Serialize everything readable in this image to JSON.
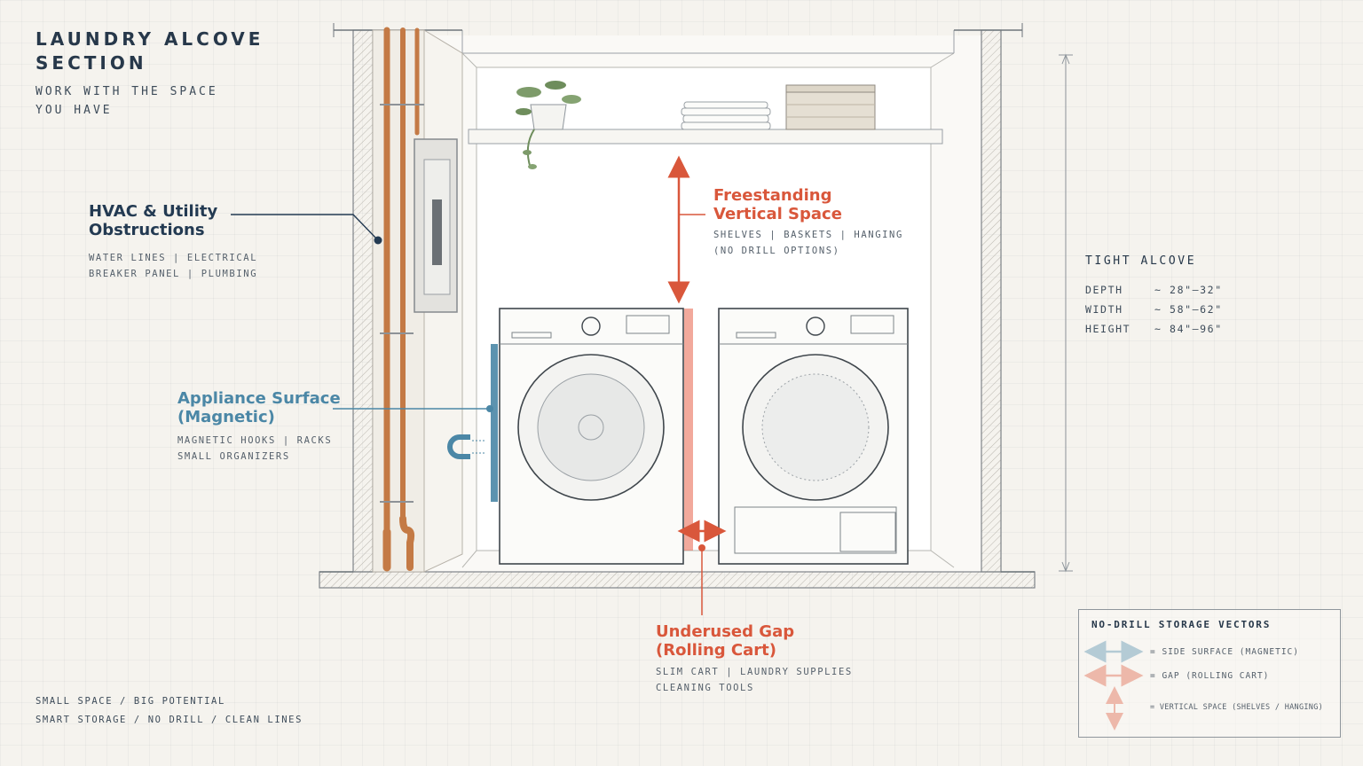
{
  "header": {
    "title_line1": "LAUNDRY ALCOVE",
    "title_line2": "SECTION",
    "subtitle_line1": "WORK WITH THE SPACE",
    "subtitle_line2": "YOU HAVE"
  },
  "callouts": {
    "hvac": {
      "title_line1": "HVAC & Utility",
      "title_line2": "Obstructions",
      "detail_line1": "WATER LINES  |  ELECTRICAL",
      "detail_line2": "BREAKER PANEL  |  PLUMBING"
    },
    "appliance": {
      "title_line1": "Appliance Surface",
      "title_line2": "(Magnetic)",
      "detail_line1": "MAGNETIC HOOKS  |  RACKS",
      "detail_line2": "SMALL ORGANIZERS"
    },
    "vertical": {
      "title_line1": "Freestanding",
      "title_line2": "Vertical Space",
      "detail_line1": "SHELVES  |  BASKETS  |  HANGING",
      "detail_line2": "(NO DRILL OPTIONS)"
    },
    "gap": {
      "title_line1": "Underused Gap",
      "title_line2": "(Rolling Cart)",
      "detail_line1": "SLIM CART  |  LAUNDRY SUPPLIES",
      "detail_line2": "CLEANING TOOLS"
    }
  },
  "specs": {
    "title": "TIGHT ALCOVE",
    "rows": [
      {
        "label": "DEPTH",
        "value": "~ 28\"–32\""
      },
      {
        "label": "WIDTH",
        "value": "~ 58\"–62\""
      },
      {
        "label": "HEIGHT",
        "value": "~ 84\"–96\""
      }
    ]
  },
  "legend": {
    "title": "NO-DRILL STORAGE VECTORS",
    "items": [
      {
        "text": "=  SIDE SURFACE (MAGNETIC)"
      },
      {
        "text": "=  GAP (ROLLING CART)"
      },
      {
        "text": "=  VERTICAL SPACE (SHELVES / HANGING)"
      }
    ]
  },
  "footer": {
    "line1": "SMALL SPACE  /  BIG POTENTIAL",
    "line2": "SMART STORAGE  /  NO DRILL  /  CLEAN LINES"
  },
  "colors": {
    "navy": "#233a52",
    "blue": "#4b87a6",
    "orange": "#d9573b",
    "copper": "#c47a45"
  }
}
